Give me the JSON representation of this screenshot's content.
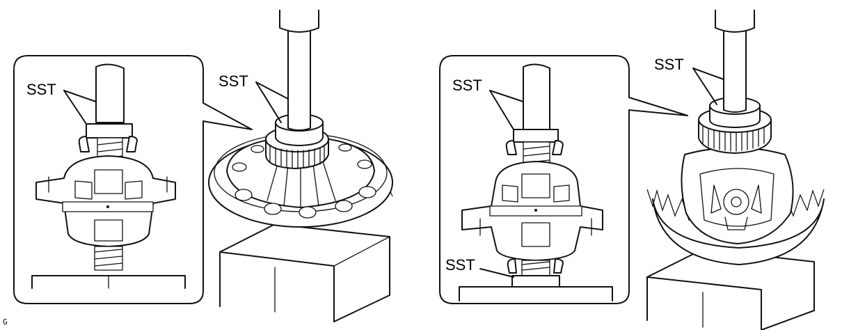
{
  "labels": {
    "sst_left_inset": "SST",
    "sst_left_main": "SST",
    "sst_right_inset_top": "SST",
    "sst_right_inset_bottom": "SST",
    "sst_right_main": "SST"
  },
  "figure_code": "G"
}
